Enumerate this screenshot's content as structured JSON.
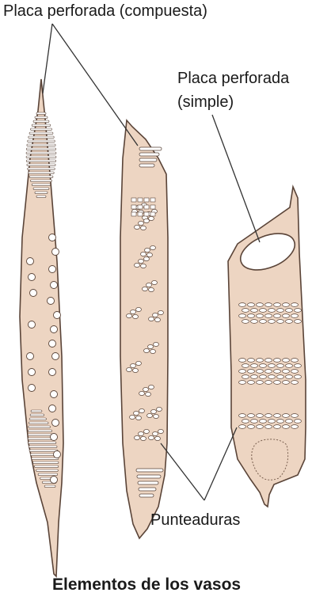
{
  "labels": {
    "compound_plate": "Placa perforada (compuesta)",
    "simple_plate_line1": "Placa perforada",
    "simple_plate_line2": "(simple)",
    "pits": "Punteaduras",
    "caption": "Elementos de los vasos"
  },
  "colors": {
    "cell_fill": "#edd5c2",
    "cell_stroke": "#5a4438",
    "leader": "#333333",
    "pit_fill": "#ffffff"
  }
}
